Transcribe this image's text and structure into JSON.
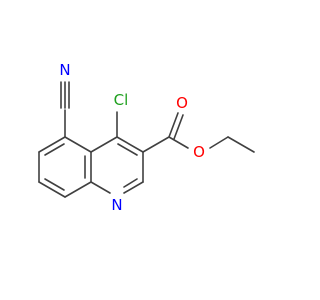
{
  "atoms": {
    "nitrile_n": {
      "label": "N",
      "color": "#0000ff"
    },
    "chlorine": {
      "label": "Cl",
      "color": "#1fa01f"
    },
    "ester_o_carbonyl": {
      "label": "O",
      "color": "#ff0000"
    },
    "ester_o_ether": {
      "label": "O",
      "color": "#ff0000"
    },
    "ring_n": {
      "label": "N",
      "color": "#0000ff"
    }
  },
  "colors": {
    "bond": "#404040",
    "nitrogen": "#0000ff",
    "oxygen": "#ff0000",
    "chlorine": "#1fa01f"
  }
}
